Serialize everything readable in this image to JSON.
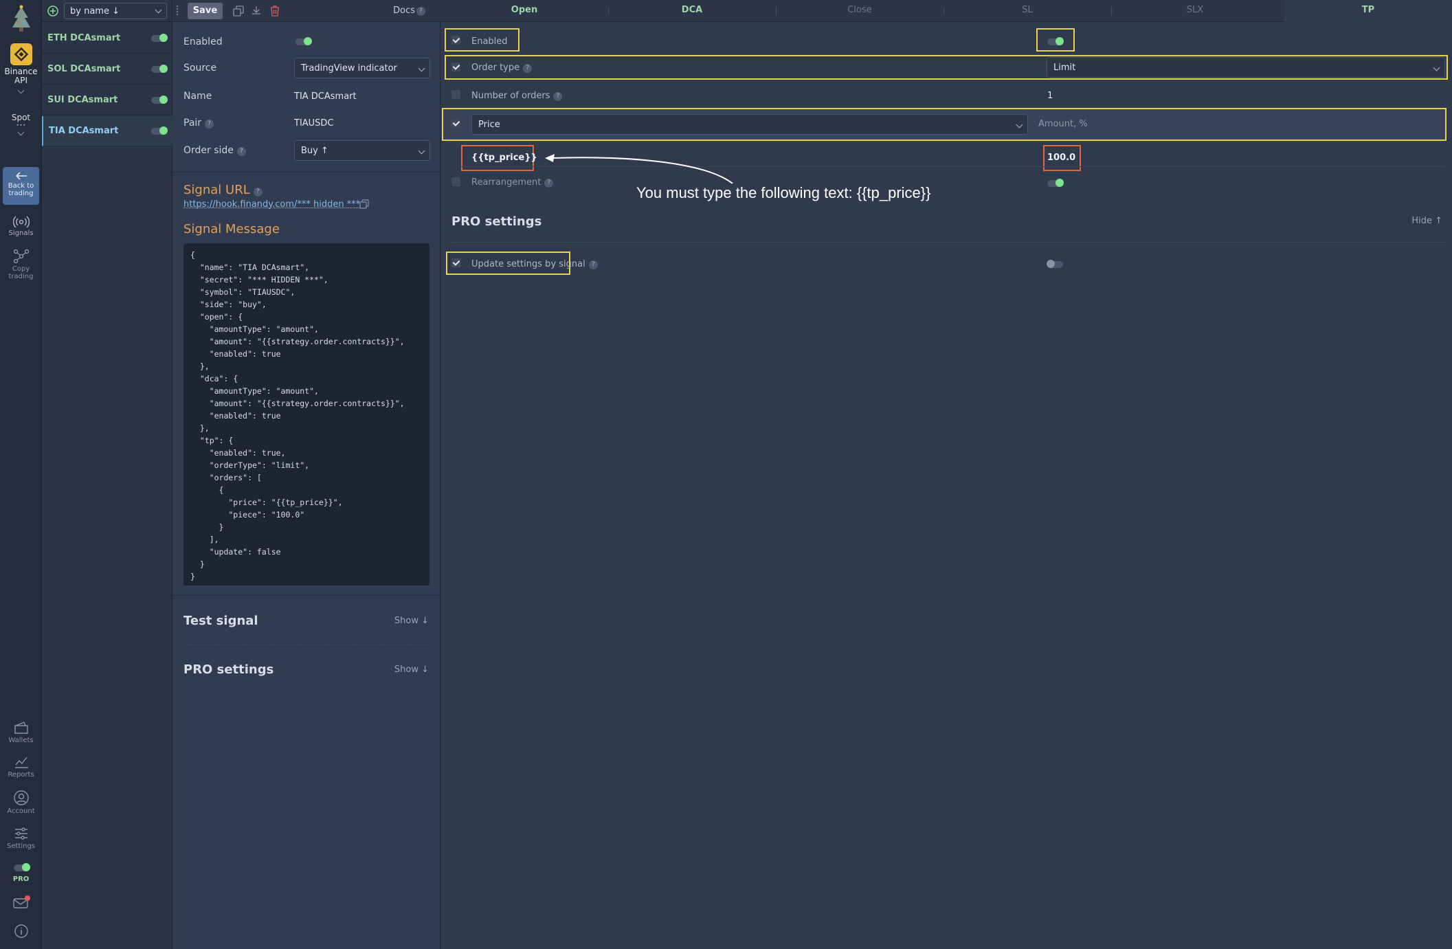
{
  "rail": {
    "exchange_line1": "Binance",
    "exchange_line2": "API",
    "market": "Spot",
    "market_dots": "•••",
    "back_line1": "Back to",
    "back_line2": "trading",
    "signals": "Signals",
    "copy_line1": "Copy",
    "copy_line2": "trading",
    "wallets": "Wallets",
    "reports": "Reports",
    "account": "Account",
    "settings": "Settings",
    "pro": "PRO"
  },
  "botlist": {
    "sort_label": "by name ↓",
    "bots": [
      {
        "name": "ETH DCAsmart"
      },
      {
        "name": "SOL DCAsmart"
      },
      {
        "name": "SUI DCAsmart"
      },
      {
        "name": "TIA DCAsmart"
      }
    ]
  },
  "toolbar": {
    "save_label": "Save",
    "docs_label": "Docs"
  },
  "form": {
    "enabled_label": "Enabled",
    "source_label": "Source",
    "source_value": "TradingView indicator",
    "name_label": "Name",
    "name_value": "TIA DCAsmart",
    "pair_label": "Pair",
    "pair_value": "TIAUSDC",
    "order_side_label": "Order side",
    "order_side_value": "Buy ↑",
    "signal_url_title": "Signal URL",
    "signal_url_value": "https://hook.finandy.com/*** hidden ***",
    "signal_message_title": "Signal Message",
    "signal_message": "{\n  \"name\": \"TIA DCAsmart\",\n  \"secret\": \"*** HIDDEN ***\",\n  \"symbol\": \"TIAUSDC\",\n  \"side\": \"buy\",\n  \"open\": {\n    \"amountType\": \"amount\",\n    \"amount\": \"{{strategy.order.contracts}}\",\n    \"enabled\": true\n  },\n  \"dca\": {\n    \"amountType\": \"amount\",\n    \"amount\": \"{{strategy.order.contracts}}\",\n    \"enabled\": true\n  },\n  \"tp\": {\n    \"enabled\": true,\n    \"orderType\": \"limit\",\n    \"orders\": [\n      {\n        \"price\": \"{{tp_price}}\",\n        \"piece\": \"100.0\"\n      }\n    ],\n    \"update\": false\n  }\n}",
    "test_signal_title": "Test signal",
    "test_signal_show": "Show ↓",
    "pro_settings_title": "PRO settings",
    "pro_settings_show": "Show ↓"
  },
  "tabs": [
    "Open",
    "DCA",
    "Close",
    "SL",
    "SLX",
    "TP"
  ],
  "tp": {
    "enabled_label": "Enabled",
    "order_type_label": "Order type",
    "order_type_value": "Limit",
    "number_of_orders_label": "Number of orders",
    "number_of_orders_value": "1",
    "price_mode_value": "Price",
    "amount_placeholder": "Amount, %",
    "price_input_value": "{{tp_price}}",
    "amount_input_value": "100.0",
    "rearrangement_label": "Rearrangement",
    "pro_settings_title": "PRO settings",
    "pro_hide": "Hide ↑",
    "update_by_signal_label": "Update settings by signal",
    "annotation": "You must type the following text: {{tp_price}}"
  },
  "colors": {
    "highlight_yellow": "#e8d44c",
    "highlight_orange": "#e06a3a",
    "toggle_on": "#7fe38f",
    "accent_orange": "#e0a15a"
  }
}
